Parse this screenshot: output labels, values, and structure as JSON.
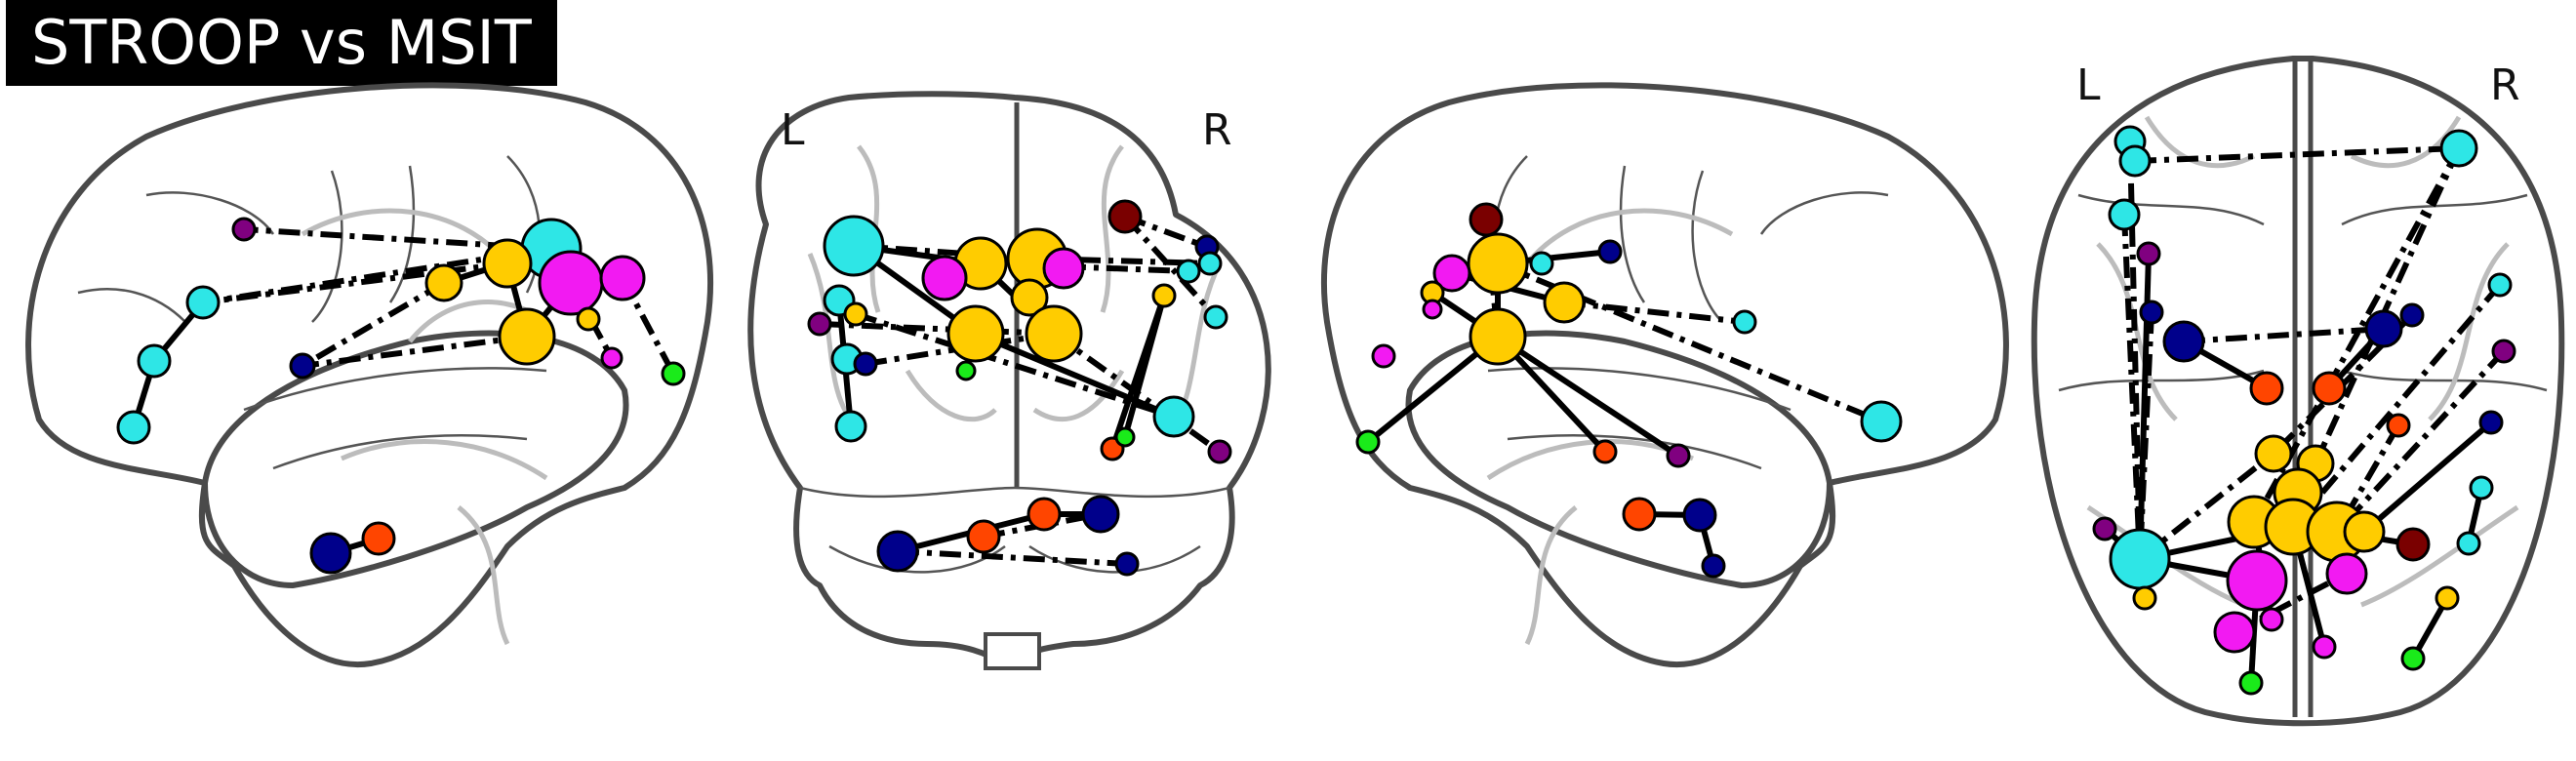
{
  "title": "STROOP vs MSIT",
  "views": {
    "coronal": {
      "left_label": "L",
      "right_label": "R"
    },
    "axial": {
      "left_label": "L",
      "right_label": "R"
    }
  },
  "colors": {
    "cyan": "#2ee6e6",
    "yellow": "#ffcc00",
    "magenta": "#f21af2",
    "navy": "#00008b",
    "orange": "#ff4500",
    "green": "#1aeb1a",
    "darkred": "#7a0000",
    "purple": "#800080"
  }
}
